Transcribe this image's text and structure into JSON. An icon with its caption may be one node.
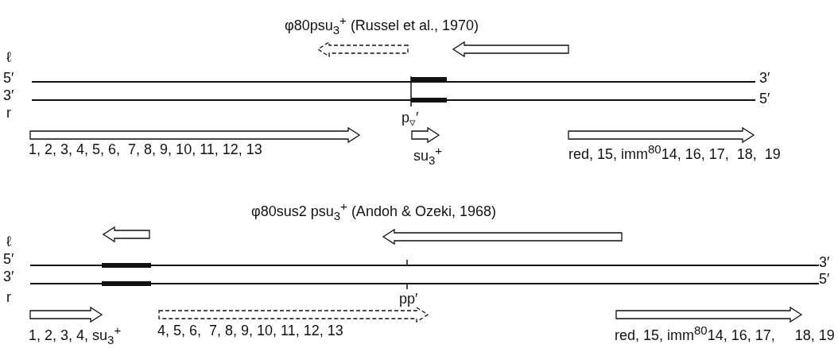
{
  "diagram": {
    "labels": [
      "φ80psu$_{3}$$^{+}$ (Russel et al., 1970)",
      "ℓ",
      "5′",
      "3′",
      "3′",
      "5′",
      "r",
      "p$_{▿}$′",
      "1, 2, 3, 4, 5, 6,  7, 8, 9, 10, 11, 12, 13",
      "su$_{3}$$^{+}$",
      "red, 15, imm$^{80}$14, 16, 17,  18,  19",
      "φ80sus2 psu$_{3}$$^{+}$ (Andoh & Ozeki, 1968)",
      "ℓ",
      "5′",
      "3′",
      "3′",
      "5′",
      "r",
      "pp′",
      "1, 2, 3, 4, su$_{3}$$^{+}$",
      "4, 5, 6,  7, 8, 9, 10, 11, 12, 13",
      "red, 15, imm$^{80}$14, 16, 17,     18, 19"
    ]
  }
}
